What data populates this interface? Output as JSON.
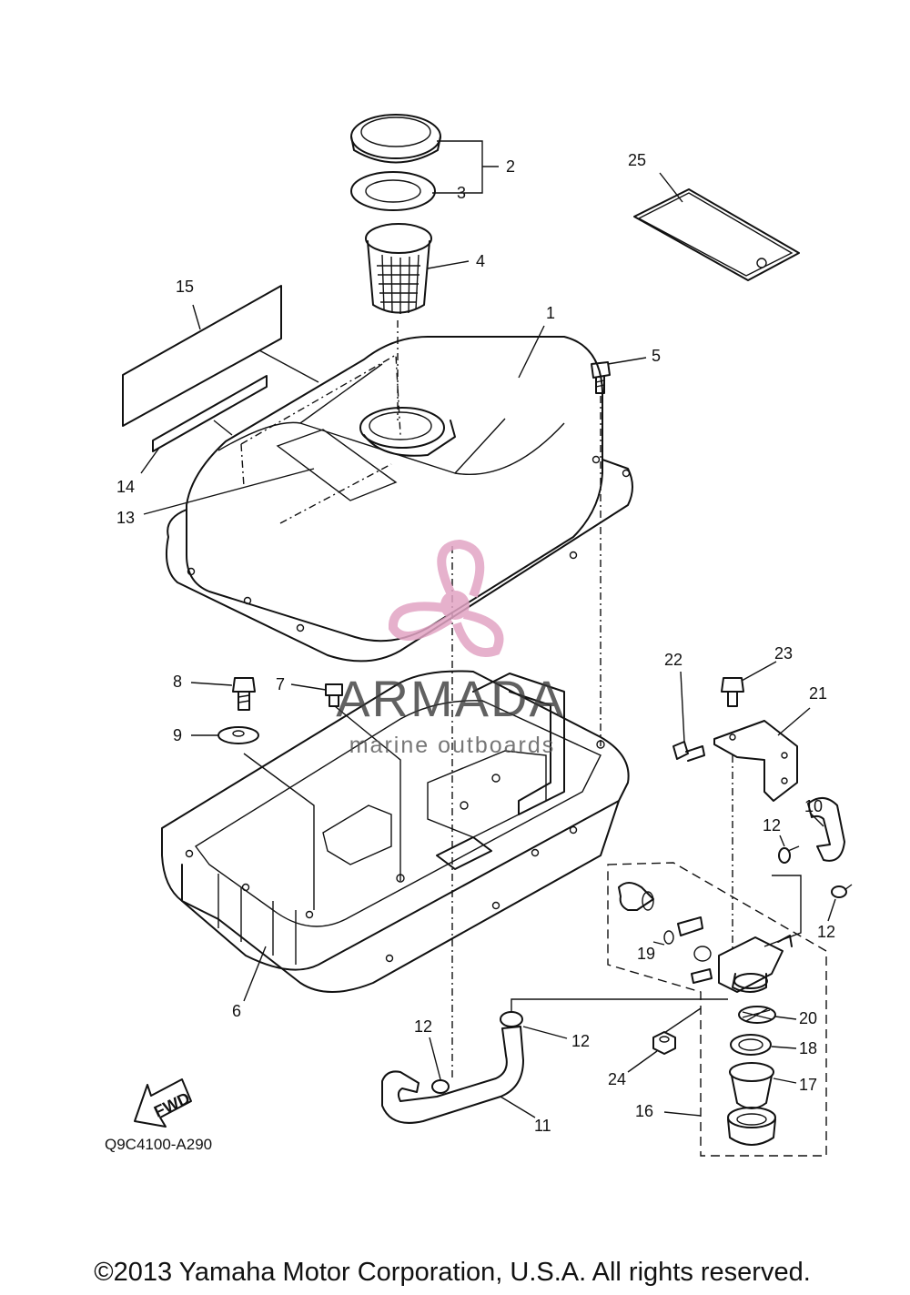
{
  "callouts": {
    "c1": "1",
    "c2": "2",
    "c3": "3",
    "c4": "4",
    "c5": "5",
    "c6": "6",
    "c7": "7",
    "c8": "8",
    "c9": "9",
    "c10": "10",
    "c11": "11",
    "c12a": "12",
    "c12b": "12",
    "c12c": "12",
    "c12d": "12",
    "c13": "13",
    "c14": "14",
    "c15": "15",
    "c16": "16",
    "c17": "17",
    "c18": "18",
    "c19": "19",
    "c20": "20",
    "c21": "21",
    "c22": "22",
    "c23": "23",
    "c24": "24",
    "c25": "25"
  },
  "direction_arrow": "FWD",
  "diagram_code": "Q9C4100-A290",
  "watermark": {
    "brand": "ARMADA",
    "tagline": "marine outboards",
    "accent_color": "#e2a4c4"
  },
  "copyright": "©2013 Yamaha Motor Corporation, U.S.A. All rights reserved."
}
